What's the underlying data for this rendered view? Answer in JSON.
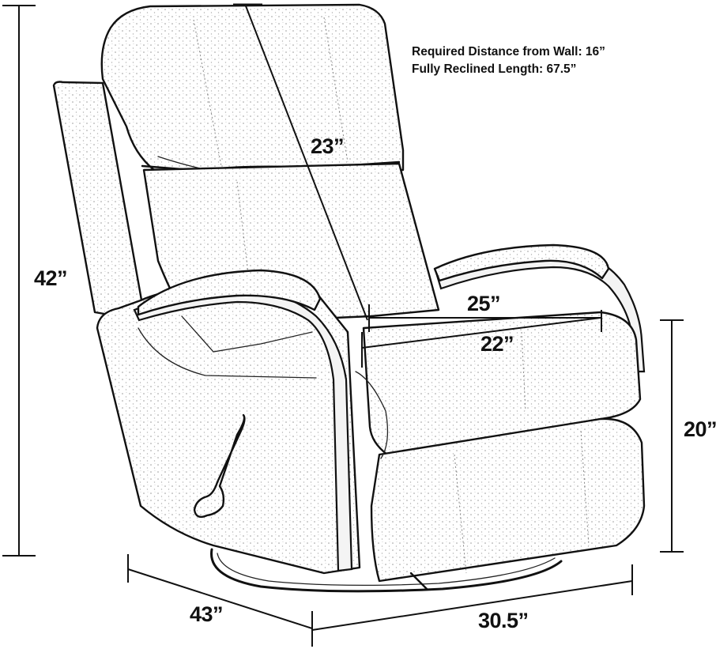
{
  "product": {
    "type": "swivel recliner chair",
    "style": "pencil sketch line drawing"
  },
  "notes": {
    "wall_distance": "Required Distance from Wall: 16”",
    "reclined_length": "Fully Reclined Length: 67.5”"
  },
  "dimensions": {
    "overall_height": "42”",
    "back_height": "23”",
    "seat_width": "25”",
    "seat_depth": "22”",
    "seat_height": "20”",
    "overall_depth": "43”",
    "overall_width": "30.5”"
  },
  "colors": {
    "ink": "#111111",
    "background": "#ffffff"
  }
}
